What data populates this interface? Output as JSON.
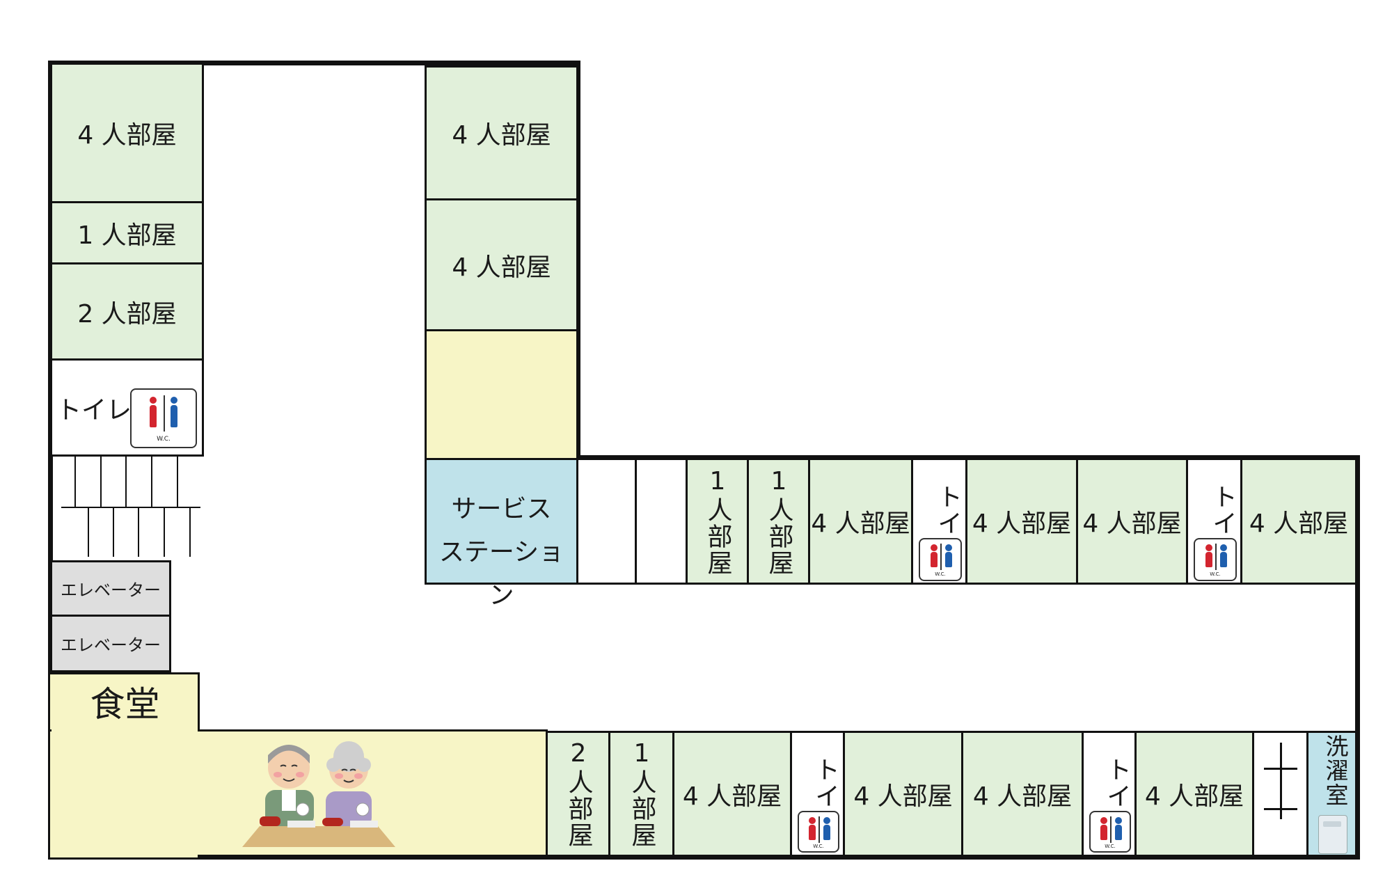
{
  "rooms": {
    "four_person": "4 人部屋",
    "one_person": "1 人部屋",
    "two_person": "2 人部屋",
    "one_person_vertical": "1人部屋",
    "two_person_vertical": "2人部屋",
    "toilet": "トイレ",
    "service_station_line1": "サービス",
    "service_station_line2": "ステーション",
    "elevator": "エレベーター",
    "dining": "食堂",
    "laundry": "洗濯室"
  },
  "wc_sign_text": "W.C.",
  "colors": {
    "room_green": "#e1f0da",
    "dining_yellow": "#f7f5c6",
    "service_blue": "#bfe2ea",
    "elevator_gray": "#dedede",
    "female_red": "#d3252f",
    "male_blue": "#1f5fae"
  },
  "icons": [
    "wc-sign-icon",
    "elderly-couple-eating-illustration",
    "washing-machine-icon",
    "stairs-icon"
  ]
}
